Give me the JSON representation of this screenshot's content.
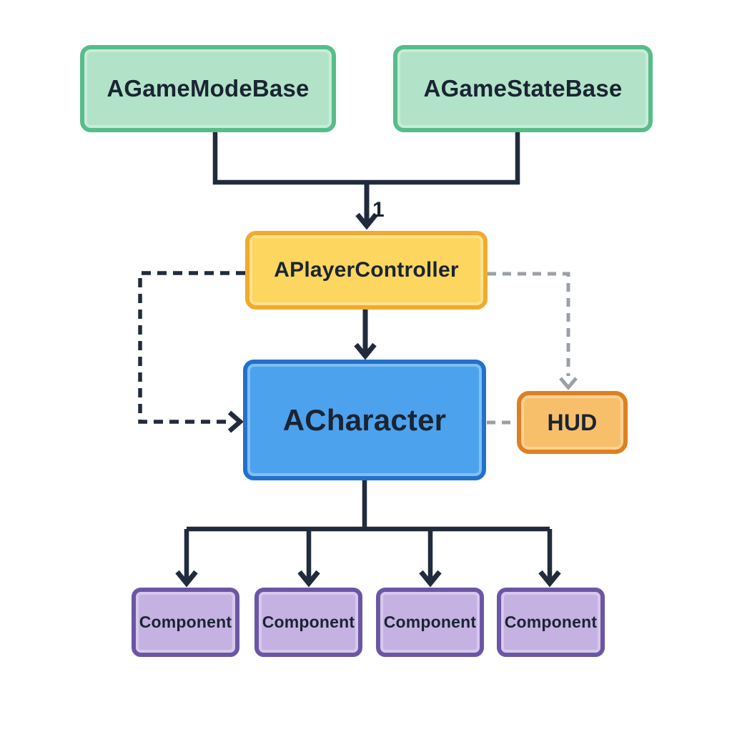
{
  "nodes": {
    "game_mode": {
      "label": "AGameModeBase",
      "fill": "#b2e3c8",
      "border": "#56bd8a"
    },
    "game_state": {
      "label": "AGameStateBase",
      "fill": "#b2e3c8",
      "border": "#56bd8a"
    },
    "player_controller": {
      "label": "APlayerController",
      "fill": "#fcd65e",
      "border": "#f2aa2d"
    },
    "character": {
      "label": "ACharacter",
      "fill": "#4da2ed",
      "border": "#2271cb"
    },
    "hud": {
      "label": "HUD",
      "fill": "#f8bf6b",
      "border": "#dd8022"
    },
    "components": [
      {
        "label": "Component"
      },
      {
        "label": "Component"
      },
      {
        "label": "Component"
      },
      {
        "label": "Component"
      }
    ],
    "component_style": {
      "fill": "#c6b1e3",
      "border": "#6b56a5"
    }
  },
  "edges": {
    "player_controller_multiplicity": "1"
  },
  "colors": {
    "background": "#ffffff",
    "solid_line": "#212b3b",
    "dashed_dark_line": "#212b3b",
    "dashed_gray_line": "#9aa0a6",
    "label_text": "#1a2433"
  }
}
